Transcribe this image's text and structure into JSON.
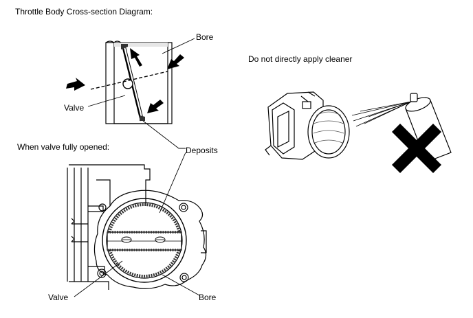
{
  "title": "Throttle Body Cross-section Diagram:",
  "labels": {
    "bore_top": "Bore",
    "valve_top": "Valve",
    "fully_opened": "When valve fully opened:",
    "deposits": "Deposits",
    "valve_bottom": "Valve",
    "bore_bottom": "Bore",
    "cleaner_note": "Do not directly apply cleaner"
  },
  "colors": {
    "line": "#000000",
    "background": "#ffffff",
    "deposit": "#333333",
    "shade": "#d9d9d9"
  },
  "icons": [
    "arrow-icon",
    "prohibited-x-icon",
    "spray-can-icon"
  ]
}
